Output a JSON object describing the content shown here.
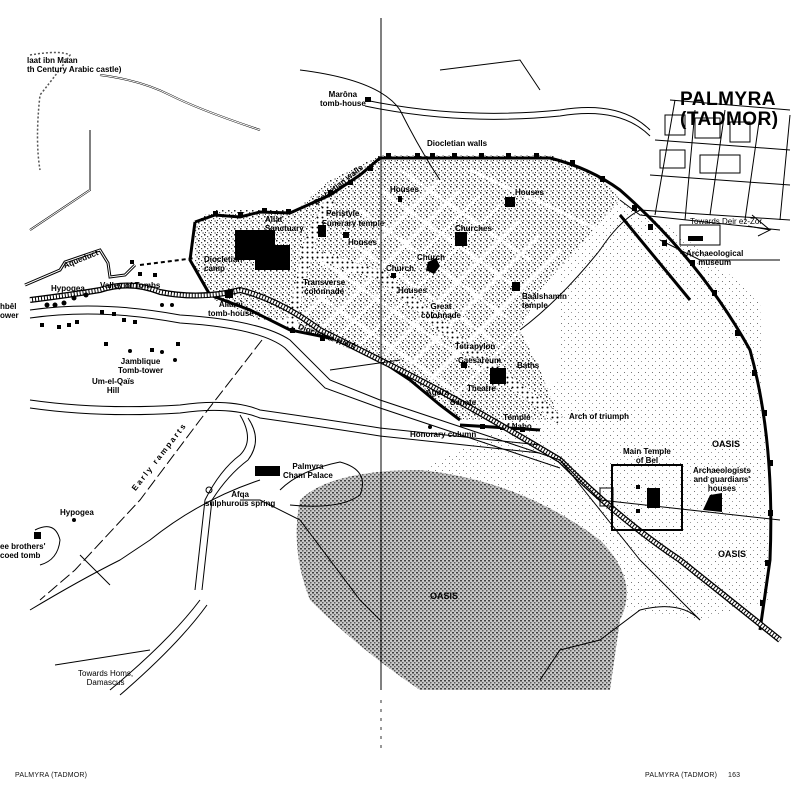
{
  "title": {
    "line1": "PALMYRA",
    "line2": "(TADMOR)"
  },
  "labels": {
    "castle_name": "laat ibn Maan",
    "castle_desc": "th Century Arabic castle)",
    "marona": [
      "Marôna",
      "tomb-house"
    ],
    "diocletian_walls_top": "Diocletian walls",
    "diocletian_walls_nw": "Diocletian walls",
    "diocletian_walls_south": "Diocletian walls",
    "houses_1": "Houses",
    "houses_2": "Houses",
    "houses_3": "Houses",
    "houses_4": "Houses",
    "peristyle": "Peristyle",
    "funerary_temple": "Funerary temple",
    "allat": [
      "Allat",
      "Sanctuary"
    ],
    "churches": "Churches",
    "church_1": "Church",
    "church_2": "Church",
    "diocletian_camp": [
      "Diocletian",
      "camp"
    ],
    "aqueduct": "Aqueduct",
    "valley_of_tombs": "Valley of Tombs",
    "hypogea_1": "Hypogea",
    "hypogea_2": "Hypogea",
    "tower_partial": [
      "hbêl",
      "ower"
    ],
    "transverse_colonnade": [
      "Transverse",
      "colonnade"
    ],
    "baalshamin": [
      "Baâlshamin",
      "temple"
    ],
    "great_colonnade": [
      "Great",
      "colonnade"
    ],
    "ailami": [
      "Ailami",
      "tomb-house"
    ],
    "tetrapylon": "Tetrapylon",
    "caesareum": "Caesareum",
    "baths": "Baths",
    "theatre": "Theatre",
    "agora": "Agora",
    "senate": "Senate",
    "temple_nabo": [
      "Temple",
      "of Nabo"
    ],
    "jamblique": [
      "Jamblique",
      "Tomb-tower"
    ],
    "um_el_qais": [
      "Um-el-Qaïs",
      "Hill"
    ],
    "arch_of_triumph": "Arch of triumph",
    "oasis_1": "OASIS",
    "oasis_2": "OASIS",
    "oasis_3": "OASIS",
    "temple_bel": [
      "Main Temple",
      "of Bel"
    ],
    "archaeologists": [
      "Archaeologists",
      "and guardians'",
      "houses"
    ],
    "honorary_column": "Honorary column",
    "early_ramparts": "Early ramparts",
    "cham_palace": [
      "Palmyra",
      "Cham Palace"
    ],
    "afqa": [
      "Afqa",
      "sulphurous spring"
    ],
    "brothers_tomb": [
      "ee brothers'",
      "coed tomb"
    ],
    "towards_homs": [
      "Towards Homs,",
      "Damascus"
    ],
    "towards_deir": "Towards Deir ez-Zor",
    "museum": [
      "Archaeological",
      "museum"
    ]
  },
  "footer": {
    "left": "PALMYRA (TADMOR)",
    "right": "PALMYRA (TADMOR)",
    "page_number": "163"
  }
}
